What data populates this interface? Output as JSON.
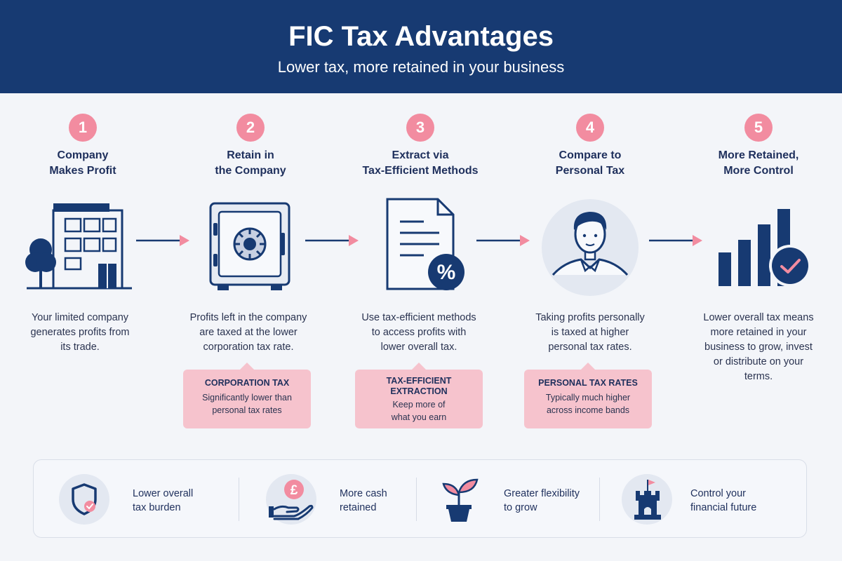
{
  "header": {
    "title": "FIC Tax Advantages",
    "subtitle": "Lower tax, more retained in your business"
  },
  "steps": [
    {
      "number": "1",
      "title": "Company\nMakes Profit",
      "description": "Your limited company\ngenerates profits from\nits trade.",
      "icon": "office-building-icon"
    },
    {
      "number": "2",
      "title": "Retain in\nthe Company",
      "description": "Profits left in the company\nare taxed at the lower\ncorporation tax rate.",
      "icon": "safe-icon"
    },
    {
      "number": "3",
      "title": "Extract via\nTax-Efficient Methods",
      "description": "Use tax-efficient methods\nto access profits with\nlower overall tax.",
      "icon": "document-percent-icon"
    },
    {
      "number": "4",
      "title": "Compare to\nPersonal Tax",
      "description": "Taking profits personally\nis taxed at higher\npersonal tax rates.",
      "icon": "person-icon"
    },
    {
      "number": "5",
      "title": "More Retained,\nMore Control",
      "description": "Lower overall tax means\nmore retained in your\nbusiness to grow, invest\nor distribute on your\nterms.",
      "icon": "bar-chart-check-icon"
    }
  ],
  "callouts": [
    {
      "title": "CORPORATION TAX",
      "body": "Significantly lower than\npersonal tax rates"
    },
    {
      "title": "TAX-EFFICIENT\nEXTRACTION",
      "body": "Keep more of\nwhat you earn"
    },
    {
      "title": "PERSONAL TAX RATES",
      "body": "Typically much higher\nacross income bands"
    }
  ],
  "benefits": [
    {
      "label": "Lower overall\ntax burden",
      "icon": "shield-check-icon"
    },
    {
      "label": "More cash\nretained",
      "icon": "hand-pound-coin-icon"
    },
    {
      "label": "Greater flexibility\nto grow",
      "icon": "plant-pot-icon"
    },
    {
      "label": "Control your\nfinancial future",
      "icon": "castle-tower-flag-icon"
    }
  ],
  "colors": {
    "navy": "#173a72",
    "pink": "#f28ca0",
    "callout_pink": "#f6c3cd",
    "background": "#f3f5f9"
  }
}
